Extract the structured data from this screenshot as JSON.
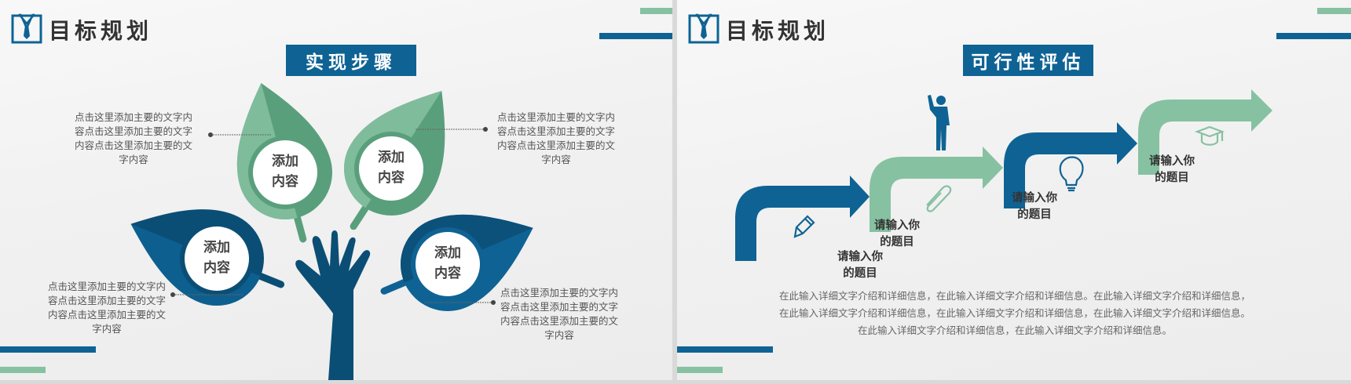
{
  "colors": {
    "blue": "#0e6394",
    "dark_blue": "#0b4e75",
    "green": "#86c1a2",
    "dark_green": "#5a9f7c"
  },
  "slide1": {
    "header": {
      "title": "目标规划",
      "logo_icon": "shirt-tie-icon"
    },
    "section_title": "实现步骤",
    "leaves": [
      {
        "label_line1": "添加",
        "label_line2": "内容",
        "note": "点击这里添加主要的文字内容点击这里添加主要的文字内容点击这里添加主要的文字内容"
      },
      {
        "label_line1": "添加",
        "label_line2": "内容",
        "note": "点击这里添加主要的文字内容点击这里添加主要的文字内容点击这里添加主要的文字内容"
      },
      {
        "label_line1": "添加",
        "label_line2": "内容",
        "note": "点击这里添加主要的文字内容点击这里添加主要的文字内容点击这里添加主要的文字内容"
      },
      {
        "label_line1": "添加",
        "label_line2": "内容",
        "note": "点击这里添加主要的文字内容点击这里添加主要的文字内容点击这里添加主要的文字内容"
      }
    ]
  },
  "slide2": {
    "header": {
      "title": "目标规划",
      "logo_icon": "shirt-tie-icon"
    },
    "section_title": "可行性评估",
    "steps": [
      {
        "line1": "请输入你",
        "line2": "的题目",
        "icon": "pencil-icon"
      },
      {
        "line1": "请输入你",
        "line2": "的题目",
        "icon": "paperclip-icon"
      },
      {
        "line1": "请输入你",
        "line2": "的题目",
        "icon": "lightbulb-icon"
      },
      {
        "line1": "请输入你",
        "line2": "的题目",
        "icon": "graduation-cap-icon"
      }
    ],
    "paragraph": [
      "在此输入详细文字介绍和详细信息，在此输入详细文字介绍和详细信息。在此输入详细文字介绍和详细信息，",
      "在此输入详细文字介绍和详细信息，在此输入详细文字介绍和详细信息，在此输入详细文字介绍和详细信息。",
      "在此输入详细文字介绍和详细信息，在此输入详细文字介绍和详细信息。"
    ]
  }
}
